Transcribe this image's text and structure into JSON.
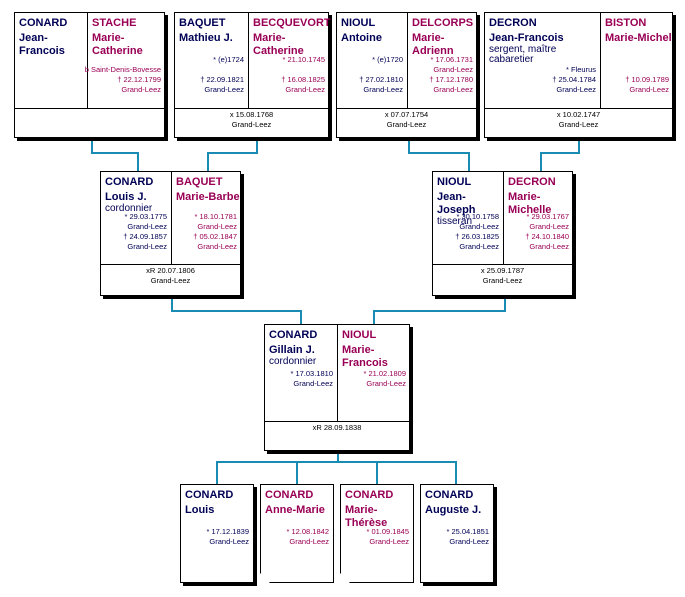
{
  "great_grandparents": [
    {
      "male": {
        "surname": "CONARD",
        "given": "Jean-Francois",
        "events": []
      },
      "female": {
        "surname": "STACHE",
        "given": "Marie-Catherine",
        "events": [
          "b Saint-Denis-Bovesse",
          "† 22.12.1799",
          "Grand-Leez"
        ]
      },
      "marriage": []
    },
    {
      "male": {
        "surname": "BAQUET",
        "given": "Mathieu  J.",
        "events": [
          "* (e)1724",
          "",
          "† 22.09.1821",
          "Grand-Leez"
        ]
      },
      "female": {
        "surname": "BECQUEVORT",
        "given": "Marie-Catherine",
        "events": [
          "* 21.10.1745",
          "",
          "† 16.08.1825",
          "Grand-Leez"
        ]
      },
      "marriage": [
        "x 15.08.1768",
        "Grand-Leez"
      ]
    },
    {
      "male": {
        "surname": "NIOUL",
        "given": "Antoine",
        "events": [
          "* (e)1720",
          "",
          "† 27.02.1810",
          "Grand-Leez"
        ]
      },
      "female": {
        "surname": "DELCORPS",
        "given": "Marie-Adrienn",
        "events": [
          "* 17.06.1731",
          "Grand-Leez",
          "† 17.12.1780",
          "Grand-Leez"
        ]
      },
      "marriage": [
        "x 07.07.1754",
        "Grand-Leez"
      ]
    },
    {
      "male": {
        "surname": "DECRON",
        "given": "Jean-Francois",
        "occupation": "sergent, maître cabaretier",
        "events": [
          "* Fleurus",
          "† 25.04.1784",
          "Grand-Leez"
        ]
      },
      "female": {
        "surname": "BISTON",
        "given": "Marie-Michel",
        "events": [
          "",
          "† 10.09.1789",
          "Grand-Leez"
        ]
      },
      "marriage": [
        "x 10.02.1747",
        "Grand-Leez"
      ]
    }
  ],
  "grandparents": [
    {
      "male": {
        "surname": "CONARD",
        "given": "Louis  J.",
        "occupation": "cordonnier",
        "events": [
          "* 29.03.1775",
          "Grand-Leez",
          "† 24.09.1857",
          "Grand-Leez"
        ]
      },
      "female": {
        "surname": "BAQUET",
        "given": "Marie-Barbe",
        "events": [
          "* 18.10.1781",
          "Grand-Leez",
          "† 05.02.1847",
          "Grand-Leez"
        ]
      },
      "marriage": [
        "xR 20.07.1806",
        "Grand-Leez"
      ]
    },
    {
      "male": {
        "surname": "NIOUL",
        "given": "Jean-Joseph",
        "occupation": "tisseran",
        "events": [
          "* 30.10.1758",
          "Grand-Leez",
          "† 26.03.1825",
          "Grand-Leez"
        ]
      },
      "female": {
        "surname": "DECRON",
        "given": "Marie-Michelle",
        "events": [
          "* 29.03.1767",
          "Grand-Leez",
          "† 24.10.1840",
          "Grand-Leez"
        ]
      },
      "marriage": [
        "x 25.09.1787",
        "Grand-Leez"
      ]
    }
  ],
  "parents": {
    "male": {
      "surname": "CONARD",
      "given": "Gillain  J.",
      "occupation": "cordonnier",
      "events": [
        "* 17.03.1810",
        "Grand-Leez"
      ]
    },
    "female": {
      "surname": "NIOUL",
      "given": "Marie-Francois",
      "events": [
        "* 21.02.1809",
        "Grand-Leez"
      ]
    },
    "marriage": [
      "xR 28.09.1838"
    ]
  },
  "children": [
    {
      "surname": "CONARD",
      "given": "Louis",
      "sex": "m",
      "events": [
        "* 17.12.1839",
        "Grand-Leez"
      ]
    },
    {
      "surname": "CONARD",
      "given": "Anne-Marie",
      "sex": "f",
      "events": [
        "* 12.08.1842",
        "Grand-Leez"
      ]
    },
    {
      "surname": "CONARD",
      "given": "Marie-Thérèse",
      "sex": "f",
      "events": [
        "* 01.09.1845",
        "Grand-Leez"
      ]
    },
    {
      "surname": "CONARD",
      "given": "Auguste  J.",
      "sex": "m",
      "events": [
        "* 25.04.1851",
        "Grand-Leez"
      ]
    }
  ],
  "colors": {
    "male": "#000055",
    "female": "#990055",
    "connector": "#1a8cb4"
  }
}
